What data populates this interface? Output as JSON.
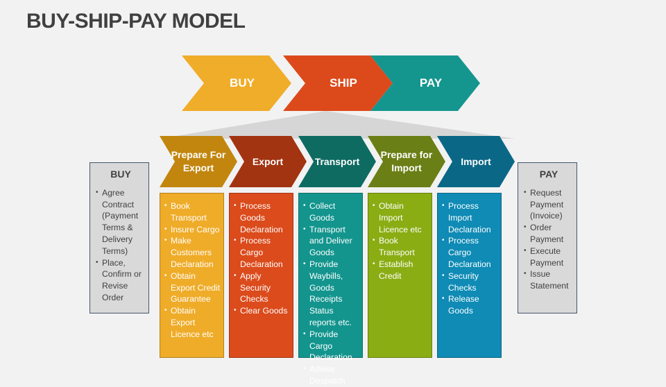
{
  "title": "BUY-SHIP-PAY MODEL",
  "top_stages": [
    {
      "label": "BUY",
      "color": "#F0AD2A"
    },
    {
      "label": "SHIP",
      "color": "#DC4A1C"
    },
    {
      "label": "PAY",
      "color": "#14968F"
    }
  ],
  "ship_steps": [
    {
      "label": "Prepare For Export",
      "header_color": "#C2860F",
      "box_color": "#EFAC29",
      "items": [
        "Book Transport",
        "Insure Cargo",
        "Make Customers Declaration",
        "Obtain Export Credit Guarantee",
        "Obtain Export Licence etc"
      ]
    },
    {
      "label": "Export",
      "header_color": "#A23412",
      "box_color": "#DB4B1C",
      "items": [
        "Process Goods Declaration",
        "Process Cargo Declaration",
        "Apply Security Checks",
        "Clear Goods"
      ]
    },
    {
      "label": "Transport",
      "header_color": "#0E6B62",
      "box_color": "#13958E",
      "items": [
        "Collect Goods",
        "Transport and Deliver Goods",
        "Provide Waybills, Goods Receipts Status reports etc.",
        "Provide Cargo Declaration",
        "Advise Despatch"
      ]
    },
    {
      "label": "Prepare for Import",
      "header_color": "#6A7F15",
      "box_color": "#8AAD14",
      "items": [
        "Obtain Import Licence etc",
        "Book Transport",
        "Establish Credit"
      ]
    },
    {
      "label": "Import",
      "header_color": "#0A6786",
      "box_color": "#0F8BB5",
      "items": [
        "Process Import Declaration",
        "Process Cargo Declaration",
        "Security Checks",
        "Release Goods"
      ]
    }
  ],
  "buy_box": {
    "title": "BUY",
    "items": [
      "Agree Contract (Payment Terms & Delivery Terms)",
      "Place, Confirm or Revise Order"
    ]
  },
  "pay_box": {
    "title": "PAY",
    "items": [
      "Request Payment (Invoice)",
      "Order Payment",
      "Execute Payment",
      "Issue Statement"
    ]
  }
}
